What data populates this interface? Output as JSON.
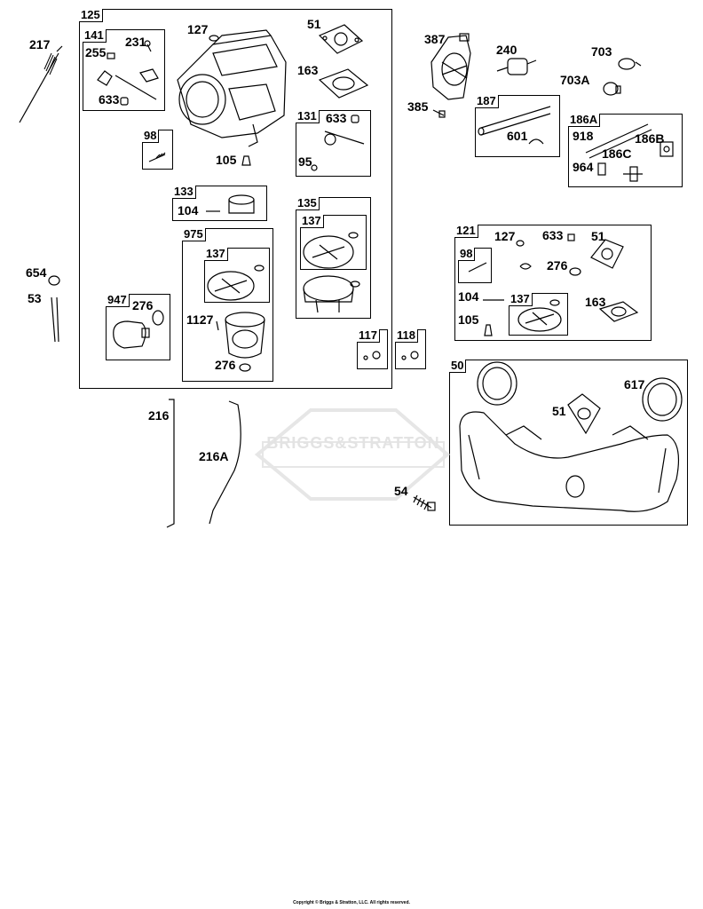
{
  "brand_watermark": "BRIGGS&STRATTON",
  "copyright": "Copyright © Briggs & Stratton, LLC. All rights reserved.",
  "box_labels": {
    "b125": "125",
    "b141": "141",
    "b98a": "98",
    "b131": "131",
    "b133": "133",
    "b135": "135",
    "b137a": "137",
    "b975": "975",
    "b137b": "137",
    "b947": "947",
    "b117": "117",
    "b118": "118",
    "b187": "187",
    "b186A": "186A",
    "b121": "121",
    "b98b": "98",
    "b137c": "137",
    "b50": "50"
  },
  "part_labels": {
    "p217": "217",
    "p127a": "127",
    "p51a": "51",
    "p231": "231",
    "p255": "255",
    "p633a": "633",
    "p163a": "163",
    "p633b": "633",
    "p95": "95",
    "p105a": "105",
    "p104a": "104",
    "p1127": "1127",
    "p276a": "276",
    "p276b": "276",
    "p654": "654",
    "p53": "53",
    "p387": "387",
    "p240": "240",
    "p703": "703",
    "p703A": "703A",
    "p385": "385",
    "p601": "601",
    "p918": "918",
    "p186B": "186B",
    "p186C": "186C",
    "p964": "964",
    "p127b": "127",
    "p633c": "633",
    "p51b": "51",
    "p276c": "276",
    "p104b": "104",
    "p163b": "163",
    "p105b": "105",
    "p216": "216",
    "p216A": "216A",
    "p54": "54",
    "p617": "617",
    "p51c": "51"
  }
}
